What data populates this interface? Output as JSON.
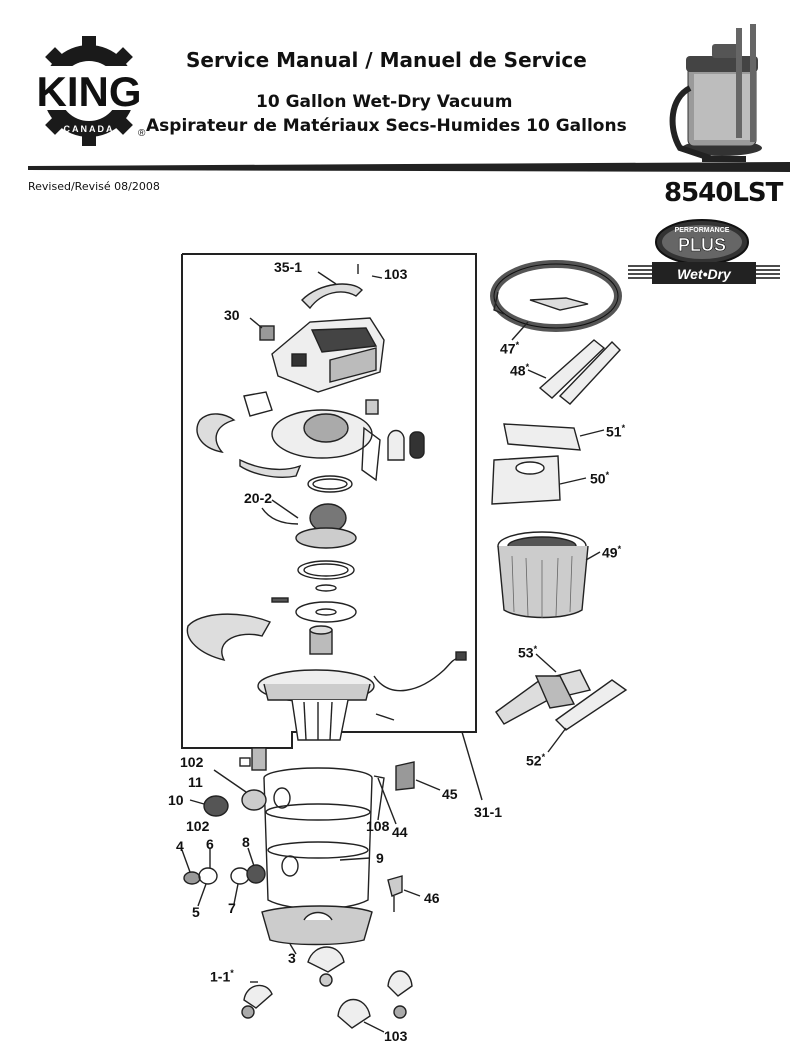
{
  "header": {
    "brand": "KING",
    "brand_sub": "CANADA",
    "registered": "®",
    "title": "Service Manual / Manuel de Service",
    "subtitle_en": "10 Gallon Wet-Dry Vacuum",
    "subtitle_fr": "Aspirateur de Matériaux Secs-Humides 10 Gallons",
    "revised": "Revised/Revisé 08/2008",
    "model": "8540LST"
  },
  "badge": {
    "top": "PERFORMANCE",
    "middle": "PLUS",
    "bottom": "Wet•Dry"
  },
  "labels": {
    "l35_1": "35-1",
    "l103a": "103",
    "l30": "30",
    "l47": "47",
    "l48": "48",
    "l51": "51",
    "l50": "50",
    "l20_2": "20-2",
    "l49": "49",
    "l53": "53",
    "l52": "52",
    "l102a": "102",
    "l11": "11",
    "l10": "10",
    "l45": "45",
    "l31_1": "31-1",
    "l108": "108",
    "l44": "44",
    "l102b": "102",
    "l6": "6",
    "l8": "8",
    "l4": "4",
    "l9": "9",
    "l46": "46",
    "l5": "5",
    "l7": "7",
    "l3": "3",
    "l1_1": "1-1",
    "l103b": "103",
    "star": "*"
  }
}
